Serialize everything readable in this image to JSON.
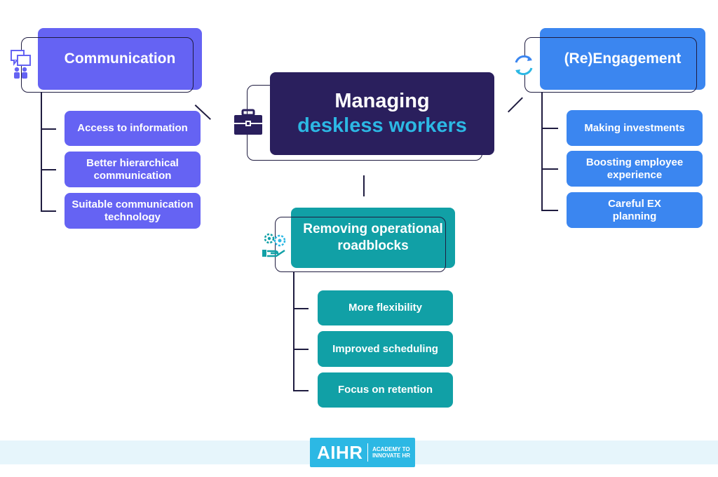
{
  "center": {
    "line1": "Managing",
    "line2": "deskless workers"
  },
  "branches": {
    "communication": {
      "title": "Communication",
      "items": [
        "Access to information",
        "Better hierarchical communication",
        "Suitable communication technology"
      ]
    },
    "engagement": {
      "title": "(Re)Engagement",
      "items": [
        "Making investments",
        "Boosting employee experience",
        "Careful EX planning"
      ]
    },
    "operations": {
      "title": "Removing operational roadblocks",
      "items": [
        "More flexibility",
        "Improved scheduling",
        "Focus on retention"
      ]
    }
  },
  "logo": {
    "main": "AIHR",
    "sub_line1": "ACADEMY TO",
    "sub_line2": "INNOVATE HR"
  },
  "colors": {
    "center": "#2a1f5d",
    "accent": "#2cb8e4",
    "communication": "#6563f3",
    "engagement": "#3b86f0",
    "operations": "#11a0a6",
    "outline": "#1f1c40"
  },
  "icons": [
    "briefcase-icon",
    "chat-people-icon",
    "refresh-cycle-icon",
    "gears-hand-icon"
  ]
}
